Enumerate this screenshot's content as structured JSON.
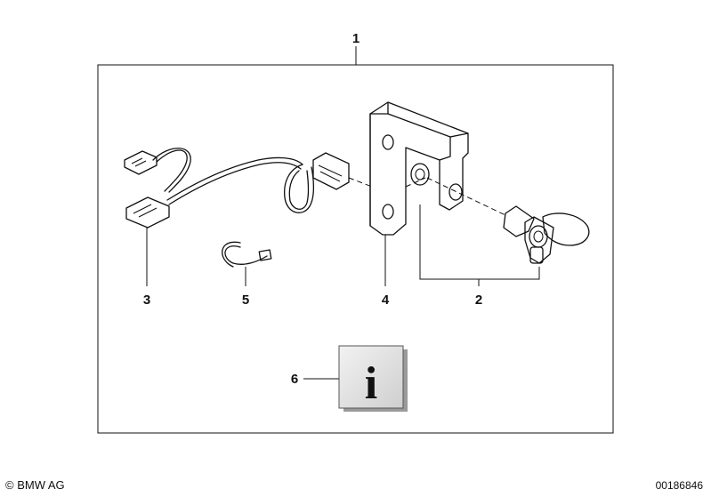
{
  "callouts": {
    "kit": "1",
    "socket": "2",
    "wiring_harness": "3",
    "bracket": "4",
    "cable_tie": "5",
    "info": "6"
  },
  "info_symbol": "i",
  "footer": {
    "copyright": "© BMW AG",
    "document_number": "00186846"
  }
}
